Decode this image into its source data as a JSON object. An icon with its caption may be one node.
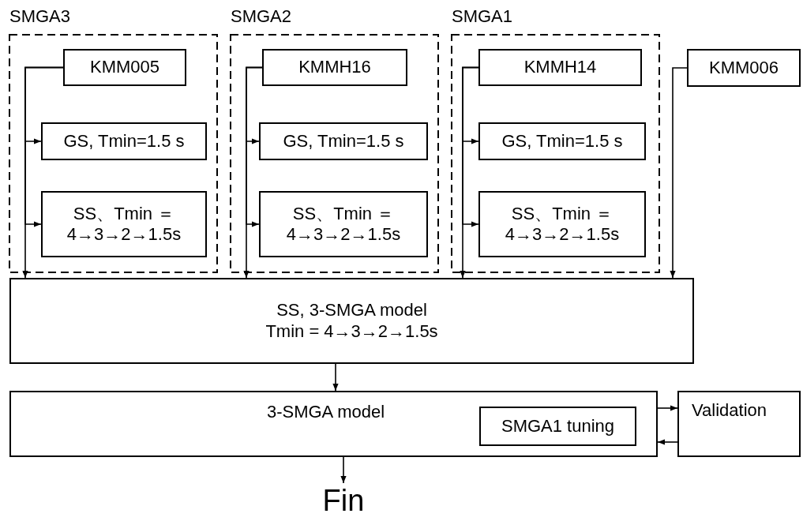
{
  "diagram": {
    "nodes": [
      {
        "text": [
          "SMGA3"
        ]
      },
      {
        "text": [
          "KMM005"
        ],
        "in": 0
      },
      {
        "text": [
          "GS, Tmin=1.5 s"
        ],
        "in": 0
      },
      {
        "text": [
          "SS、Tmin ＝ 4→3→2→1.5s"
        ],
        "in": 0
      },
      {
        "text": [
          "SMGA2"
        ]
      },
      {
        "text": [
          "KMMH16"
        ],
        "in": 4
      },
      {
        "text": [
          "GS, Tmin=1.5 s"
        ],
        "in": 4
      },
      {
        "text": [
          "SS、Tmin ＝ 4→3→2→1.5s"
        ],
        "in": 4
      },
      {
        "text": [
          "SMGA1"
        ]
      },
      {
        "text": [
          "KMMH14"
        ],
        "in": 8
      },
      {
        "text": [
          "GS, Tmin=1.5 s"
        ],
        "in": 8
      },
      {
        "text": [
          "SS、Tmin ＝ 4→3→2→1.5s"
        ],
        "in": 8
      },
      {
        "text": [
          "KMM006"
        ]
      },
      {
        "text": [
          "SS, 3-SMGA model Tmin = 4→3→2→1.5s"
        ]
      },
      {
        "text": [
          "3-SMGA model"
        ]
      },
      {
        "text": [
          "SMGA1 tuning"
        ],
        "in": 14
      },
      {
        "text": [
          "Validation"
        ]
      },
      {
        "text": [
          "Fin"
        ]
      }
    ],
    "edges": [
      {
        "from": 1,
        "to": 2,
        "arrow": "to"
      },
      {
        "from": 1,
        "to": 3,
        "arrow": "to"
      },
      {
        "from": 1,
        "to": 13,
        "arrow": "to"
      },
      {
        "from": 5,
        "to": 6,
        "arrow": "to"
      },
      {
        "from": 5,
        "to": 7,
        "arrow": "to"
      },
      {
        "from": 5,
        "to": 13,
        "arrow": "to"
      },
      {
        "from": 9,
        "to": 10,
        "arrow": "to"
      },
      {
        "from": 9,
        "to": 11,
        "arrow": "to"
      },
      {
        "from": 9,
        "to": 13,
        "arrow": "to"
      },
      {
        "from": 12,
        "to": 13,
        "arrow": "to"
      },
      {
        "from": 13,
        "to": 14,
        "arrow": "to"
      },
      {
        "from": 14,
        "to": 16,
        "arrow": "to"
      },
      {
        "from": 16,
        "to": 14,
        "arrow": "to"
      },
      {
        "from": 14,
        "to": 17,
        "arrow": "to"
      }
    ]
  }
}
